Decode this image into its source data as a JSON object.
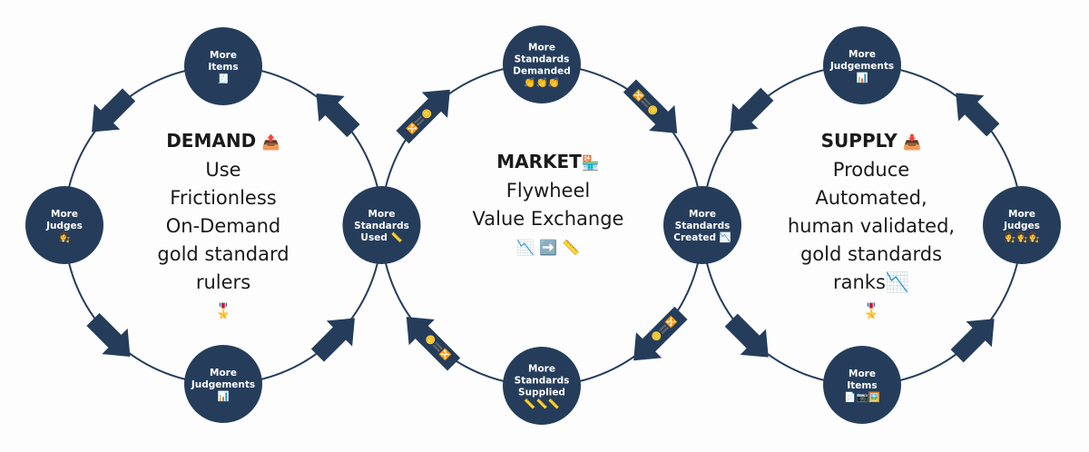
{
  "colors": {
    "node": "#253d5b",
    "ring": "#253d5b",
    "background": "#fdfdfd",
    "text": "#1a1a1a"
  },
  "wheels": [
    {
      "id": "demand",
      "title": "DEMAND",
      "title_emoji": "📤",
      "lines": [
        "Use",
        "Frictionless",
        "On-Demand",
        "gold standard",
        "rulers"
      ],
      "footer_emoji": "🎖️",
      "direction": "counter-clockwise",
      "nodes": [
        {
          "position": "top",
          "lines": [
            "More",
            "Items"
          ],
          "emoji": "🧾"
        },
        {
          "position": "left",
          "lines": [
            "More",
            "Judges"
          ],
          "emoji": "👩‍⚖️"
        },
        {
          "position": "bottom",
          "lines": [
            "More",
            "Judgements"
          ],
          "emoji": "📊"
        }
      ]
    },
    {
      "id": "market",
      "title": "MARKET",
      "title_emoji": "🏪",
      "lines": [
        "Flywheel",
        "Value Exchange"
      ],
      "footer_emoji": "📉 ➡️ 📏",
      "direction": "clockwise",
      "arrow_emoji": "🔀🟰🪙",
      "nodes": [
        {
          "position": "top",
          "lines": [
            "More",
            "Standards",
            "Demanded"
          ],
          "emoji": "👏👏👏"
        },
        {
          "position": "bottom",
          "lines": [
            "More",
            "Standards",
            "Supplied"
          ],
          "emoji": "📏📏📏"
        }
      ]
    },
    {
      "id": "supply",
      "title": "SUPPLY",
      "title_emoji": "📥",
      "lines": [
        "Produce",
        "Automated,",
        "human validated,",
        "gold standards",
        "ranks📉"
      ],
      "footer_emoji": "🎖️",
      "direction": "counter-clockwise",
      "nodes": [
        {
          "position": "top",
          "lines": [
            "More",
            "Judgements"
          ],
          "emoji": "📊"
        },
        {
          "position": "right",
          "lines": [
            "More",
            "Judges"
          ],
          "emoji": "👩‍⚖️👩‍⚖️👩‍⚖️"
        },
        {
          "position": "bottom",
          "lines": [
            "More",
            "Items"
          ],
          "emoji": "📄📷🖼️"
        }
      ]
    }
  ],
  "shared_nodes": [
    {
      "id": "standards-used",
      "lines": [
        "More",
        "Standards",
        "Used 📏"
      ]
    },
    {
      "id": "standards-created",
      "lines": [
        "More",
        "Standards",
        "Created 📉"
      ]
    }
  ]
}
